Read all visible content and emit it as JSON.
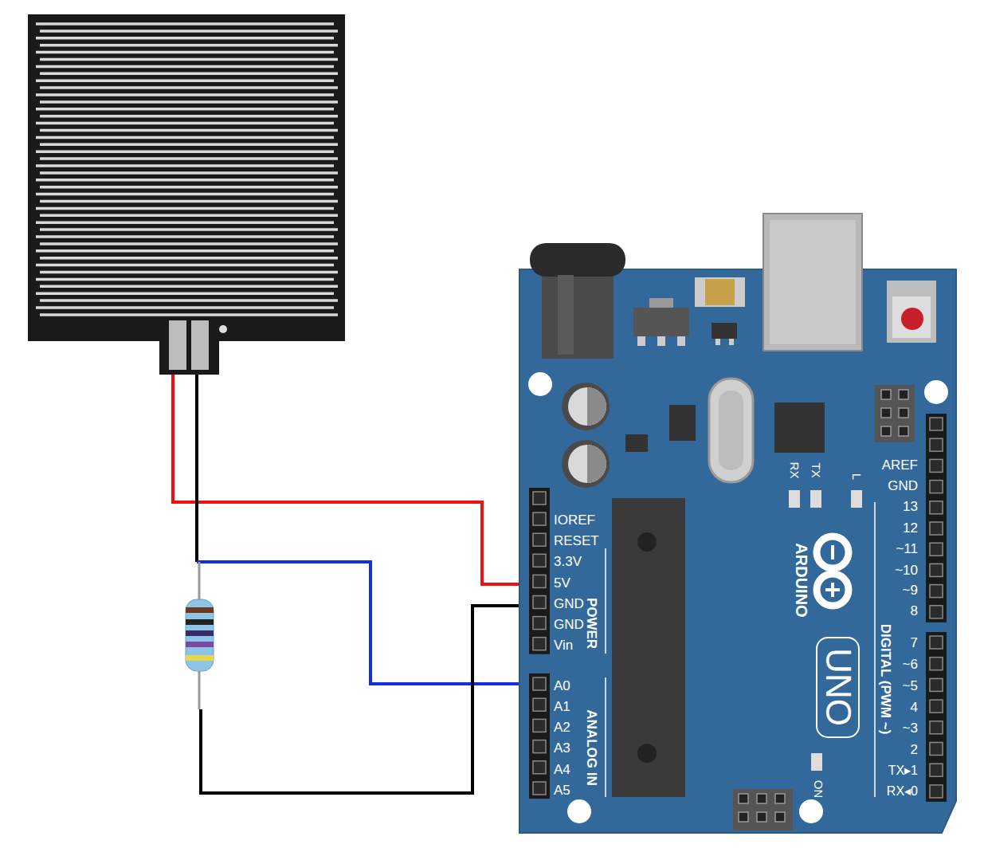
{
  "diagram": {
    "labels": [
      "IOREF",
      "RESET",
      "3.3V",
      "5V",
      "GND",
      "GND",
      "Vin",
      "POWER",
      "A0",
      "A1",
      "A2",
      "A3",
      "A4",
      "A5",
      "ANALOG IN",
      "AREF",
      "GND",
      "13",
      "12",
      "~11",
      "~10",
      "~9",
      "8",
      "7",
      "~6",
      "~5",
      "4",
      "~3",
      "2",
      "TX▸1",
      "RX◂0",
      "DIGITAL (PWM ~)",
      "RX",
      "TX",
      "L",
      "ARDUINO",
      "UNO",
      "ON"
    ]
  }
}
